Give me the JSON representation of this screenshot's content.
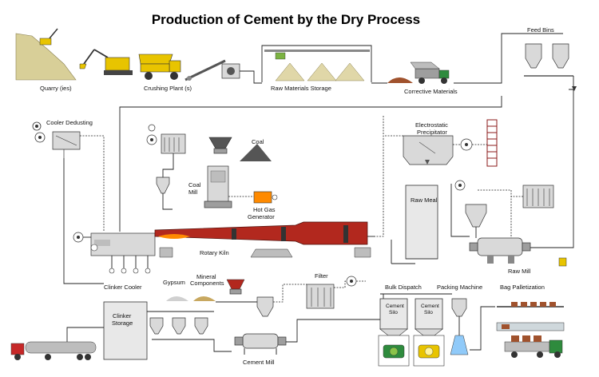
{
  "title": "Production of Cement by the Dry Process",
  "labels": {
    "quarry": "Quarry (ies)",
    "crushing_plant": "Crushing Plant (s)",
    "raw_materials_storage": "Raw Materials Storage",
    "corrective_materials": "Corrective Materials",
    "feed_bins": "Feed Bins",
    "cooler_dedusting": "Cooler Dedusting",
    "coal": "Coal",
    "coal_mill": "Coal\nMill",
    "hot_gas_generator": "Hot Gas\nGenerator",
    "electrostatic_precipitator": "Electrostatic\nPrecipitator",
    "raw_meal": "Raw Meal",
    "rotary_kiln": "Rotary Kiln",
    "raw_mill": "Raw Mill",
    "clinker_cooler": "Clinker Cooler",
    "gypsum": "Gypsum",
    "mineral_components": "Mineral\nComponents",
    "filter": "Filter",
    "clinker_storage": "Clinker\nStorage",
    "cement_mill": "Cement Mill",
    "bulk_dispatch": "Bulk Dispatch",
    "packing_machine": "Packing Machine",
    "bag_palletization": "Bag Palletization",
    "cement_silo_1": "Cement\nSilo",
    "cement_silo_2": "Cement\nSilo"
  },
  "colors": {
    "kiln": "#b2281e",
    "flame": "#ff8a00",
    "quarry_hill": "#d8cf98",
    "excavator": "#e8c400",
    "truck_red": "#c62828",
    "truck_green": "#2e8b3d",
    "silo_grey": "#d9d9d9",
    "coal": "#555555",
    "raw_pile": "#e0d7a8",
    "corrective_pile": "#a0522d"
  },
  "icons": [
    "excavator-icon",
    "dump-truck-icon",
    "fan-icon",
    "cyclone-icon",
    "silo-icon",
    "tanker-truck-icon",
    "pallet-icon",
    "conveyor-icon"
  ]
}
